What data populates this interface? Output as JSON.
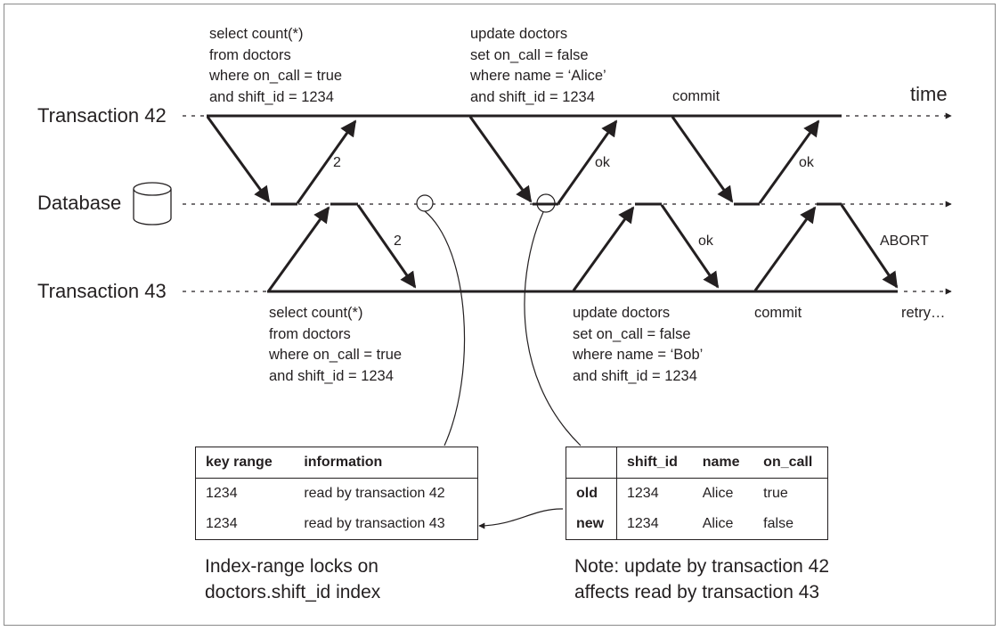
{
  "time_label": "time",
  "actors": {
    "t42": "Transaction 42",
    "db": "Database",
    "t43": "Transaction 43"
  },
  "t42_query": [
    "select count(*)",
    "from doctors",
    "where on_call = true",
    "and shift_id = 1234"
  ],
  "t42_update": [
    "update doctors",
    "set on_call = false",
    "where name = ‘Alice’",
    "and shift_id = 1234"
  ],
  "t42_commit": "commit",
  "t43_query": [
    "select count(*)",
    "from doctors",
    "where on_call = true",
    "and shift_id = 1234"
  ],
  "t43_update": [
    "update doctors",
    "set on_call = false",
    "where name = ‘Bob’",
    "and shift_id = 1234"
  ],
  "t43_commit": "commit",
  "t43_retry": "retry…",
  "responses": {
    "t42_count": "2",
    "t43_count": "2",
    "t42_update_ok": "ok",
    "t42_commit_ok": "ok",
    "t43_update_ok": "ok",
    "t43_abort": "ABORT"
  },
  "lock_table": {
    "headers": [
      "key range",
      "information"
    ],
    "rows": [
      [
        "1234",
        "read by transaction 42"
      ],
      [
        "1234",
        "read by transaction 43"
      ]
    ]
  },
  "row_table": {
    "headers": [
      "",
      "shift_id",
      "name",
      "on_call"
    ],
    "rows": [
      [
        "old",
        "1234",
        "Alice",
        "true"
      ],
      [
        "new",
        "1234",
        "Alice",
        "false"
      ]
    ]
  },
  "captions": {
    "locks": [
      "Index-range locks on",
      "doctors.shift_id index"
    ],
    "note": [
      "Note: update by transaction 42",
      "affects read by transaction 43"
    ]
  }
}
